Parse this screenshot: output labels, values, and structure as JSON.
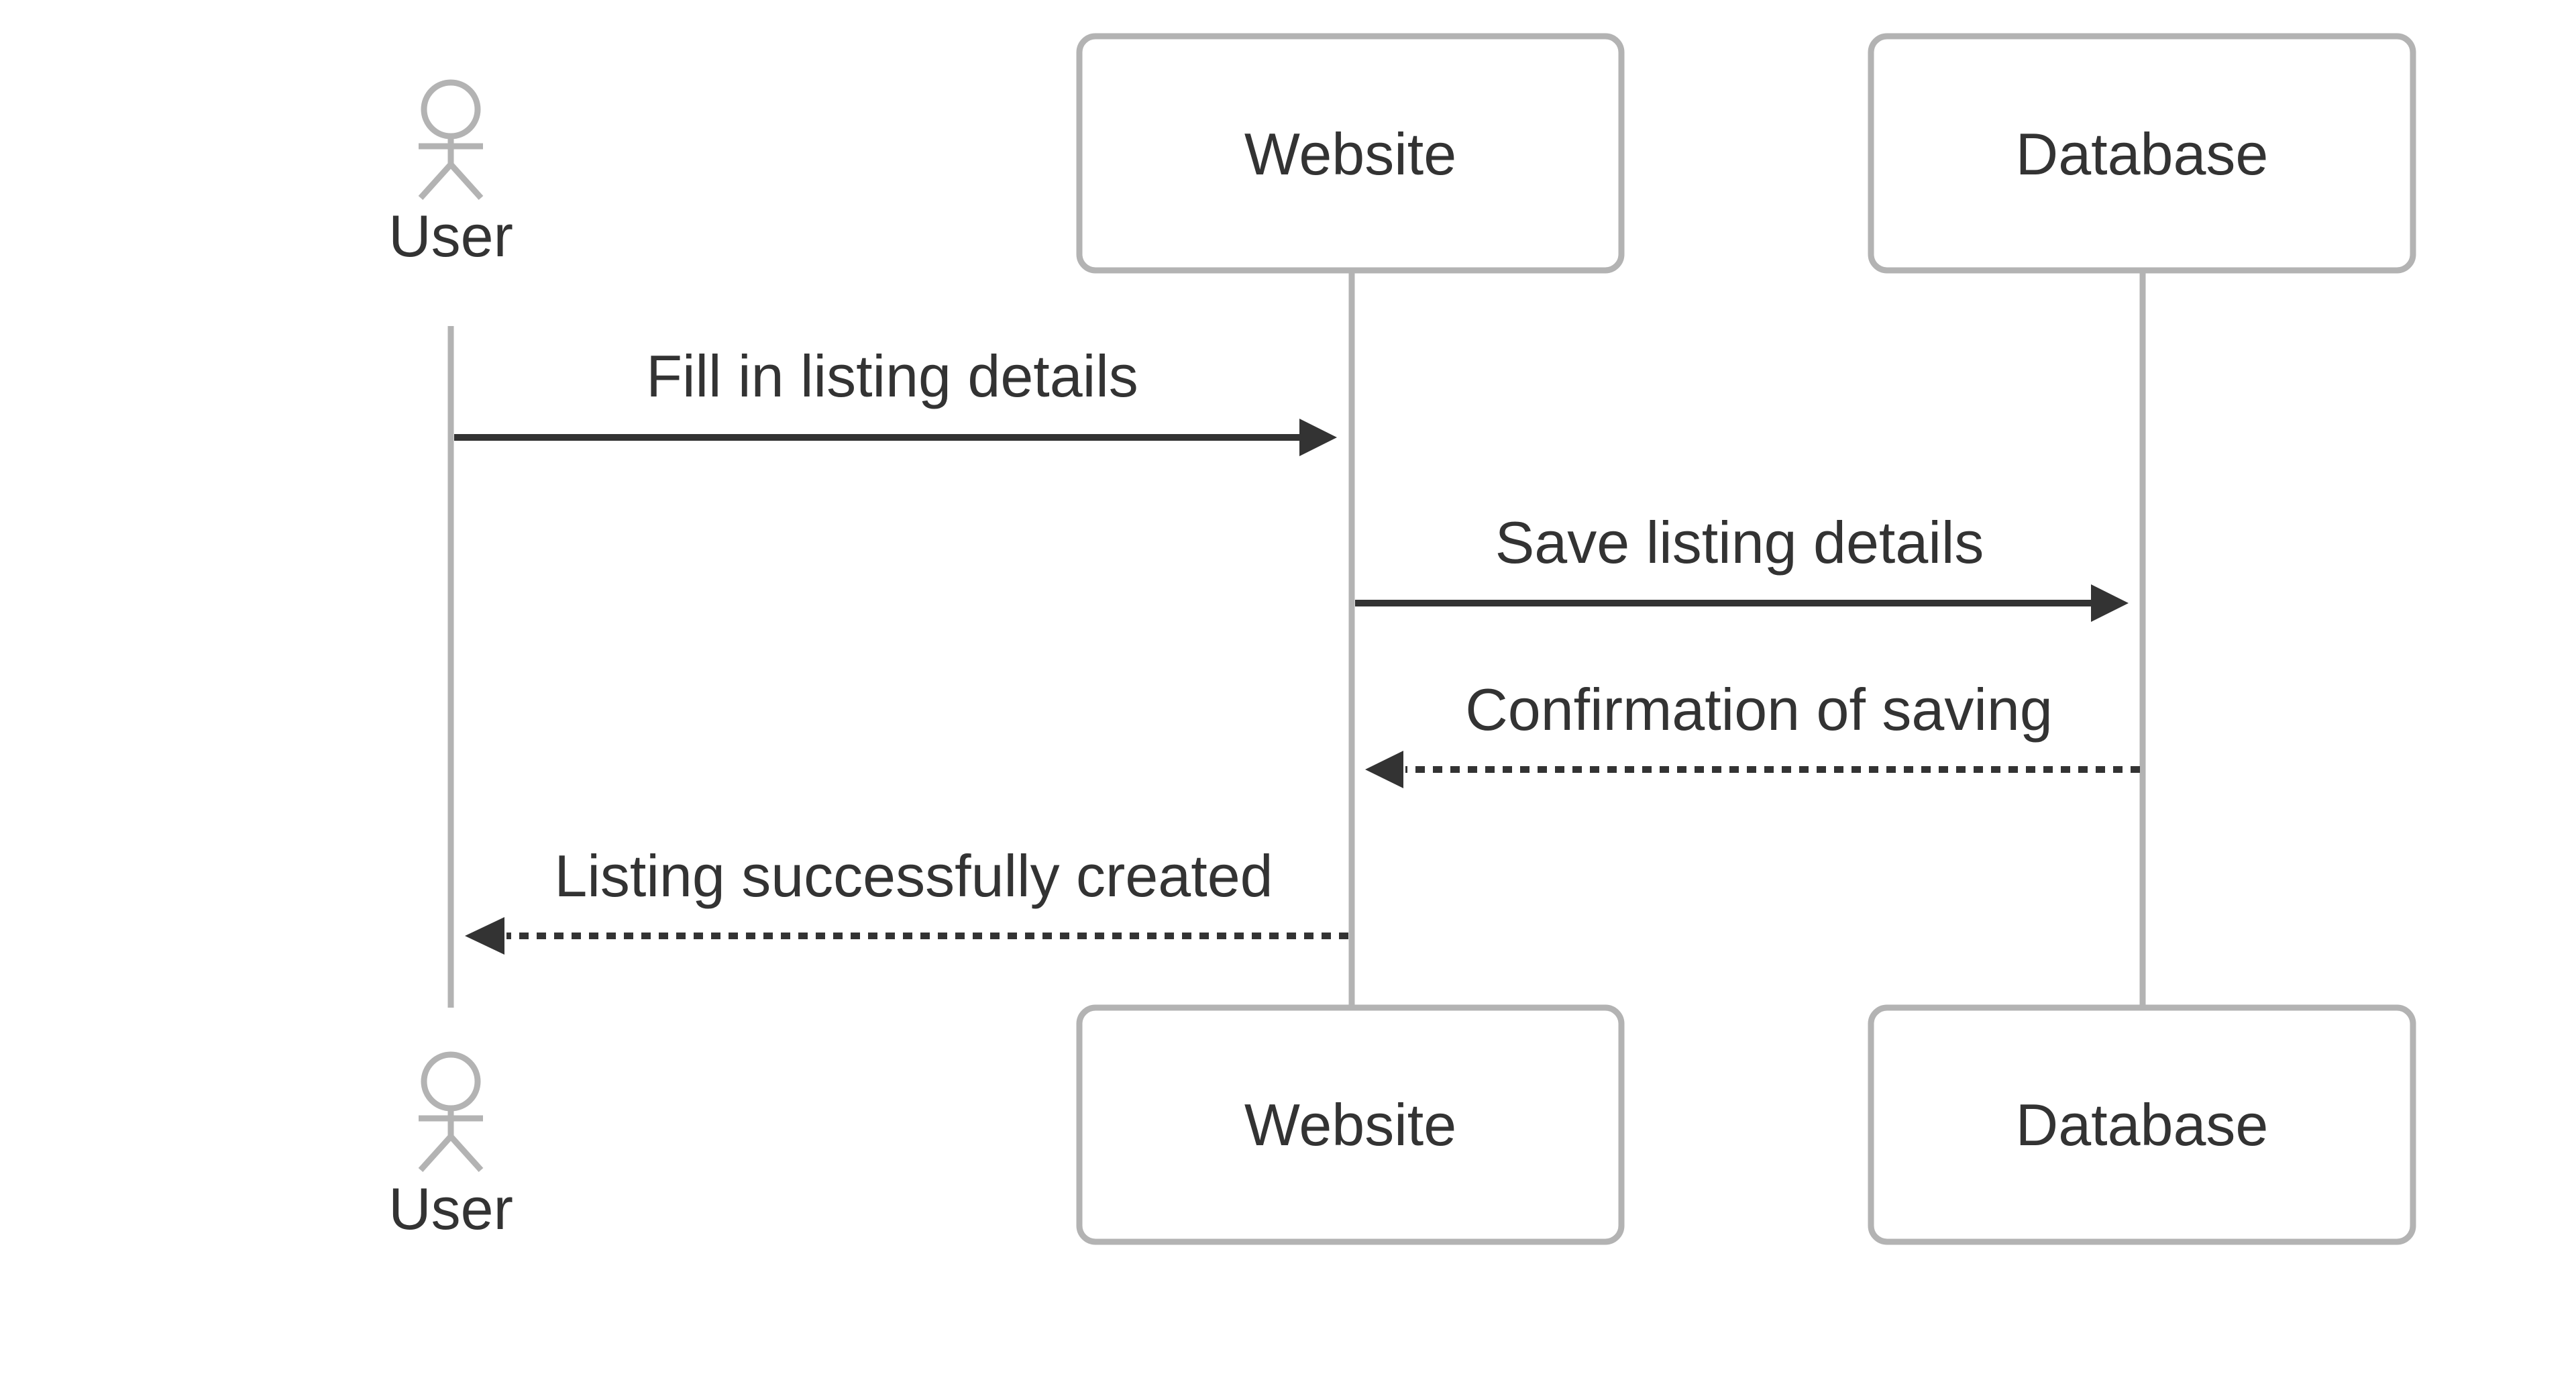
{
  "participants": {
    "user": {
      "label": "User",
      "kind": "actor"
    },
    "website": {
      "label": "Website",
      "kind": "box"
    },
    "database": {
      "label": "Database",
      "kind": "box"
    }
  },
  "messages": [
    {
      "from": "user",
      "to": "website",
      "label": "Fill in listing details",
      "style": "solid"
    },
    {
      "from": "website",
      "to": "database",
      "label": "Save listing details",
      "style": "solid"
    },
    {
      "from": "database",
      "to": "website",
      "label": "Confirmation of saving",
      "style": "dashed"
    },
    {
      "from": "website",
      "to": "user",
      "label": "Listing successfully created",
      "style": "dashed"
    }
  ],
  "colors": {
    "outline": "#b3b3b3",
    "text": "#333333",
    "background": "#ffffff"
  },
  "icons": {
    "actor": "stick-figure-icon"
  }
}
